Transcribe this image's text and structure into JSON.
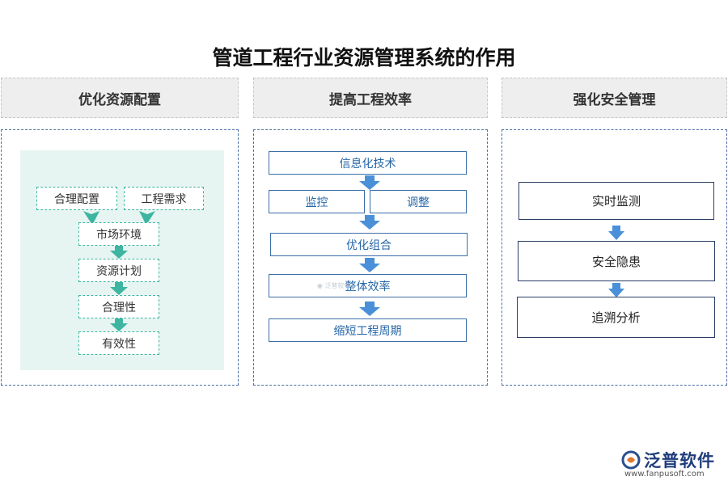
{
  "title": "管道工程行业资源管理系统的作用",
  "columns": [
    {
      "header": "优化资源配置"
    },
    {
      "header": "提高工程效率"
    },
    {
      "header": "强化安全管理"
    }
  ],
  "col1": {
    "top_left": "合理配置",
    "top_right": "工程需求",
    "steps": [
      "市场环境",
      "资源计划",
      "合理性",
      "有效性"
    ]
  },
  "col2": {
    "top": "信息化技术",
    "split_left": "监控",
    "split_right": "调整",
    "steps": [
      "优化组合",
      "整体效率",
      "缩短工程周期"
    ]
  },
  "col3": {
    "steps": [
      "实时监测",
      "安全隐患",
      "追溯分析"
    ]
  },
  "watermark": "泛普软件",
  "logo": {
    "name": "泛普软件",
    "url": "www.fanpusoft.com"
  },
  "colors": {
    "green": "#3db5a0",
    "blue": "#4a90d9",
    "dark_blue": "#2a3d66"
  }
}
